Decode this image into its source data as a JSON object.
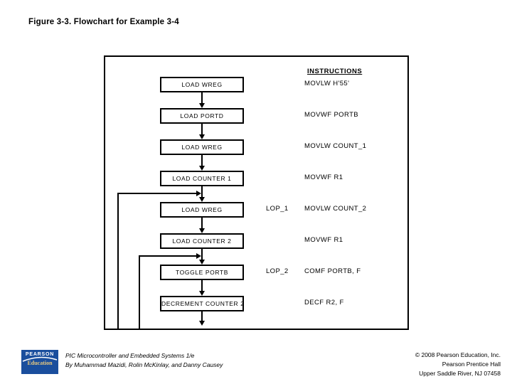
{
  "slide": {
    "title": "Figure 3-3. Flowchart for Example 3-4"
  },
  "flowchart": {
    "instructions_header": "INSTRUCTIONS",
    "boxes": [
      "LOAD WREG",
      "LOAD PORTD",
      "LOAD WREG",
      "LOAD COUNTER 1",
      "LOAD WREG",
      "LOAD COUNTER 2",
      "TOGGLE PORTB",
      "DECREMENT COUNTER 2"
    ],
    "rows": [
      {
        "label": "",
        "text": "MOVLW H'55'"
      },
      {
        "label": "",
        "text": "MOVWF PORTB"
      },
      {
        "label": "",
        "text": "MOVLW COUNT_1"
      },
      {
        "label": "",
        "text": "MOVWF R1"
      },
      {
        "label": "LOP_1",
        "text": "MOVLW COUNT_2"
      },
      {
        "label": "",
        "text": "MOVWF R1"
      },
      {
        "label": "LOP_2",
        "text": "COMF PORTB, F"
      },
      {
        "label": "",
        "text": "DECF R2, F"
      }
    ]
  },
  "footer": {
    "logo": {
      "brand": "PEARSON",
      "division": "Education"
    },
    "book_title": "PIC Microcontroller and Embedded Systems 1/e",
    "authors": "By Muhammad Mazidi, Rolin McKinlay, and Danny Causey",
    "imprint": [
      "© 2008 Pearson Education, Inc.",
      "Pearson Prentice Hall",
      "Upper Saddle River, NJ 07458"
    ]
  },
  "colors": {
    "logo_blue": "#1a4e9d",
    "logo_gold": "#e7c97f",
    "line": "#000000"
  }
}
